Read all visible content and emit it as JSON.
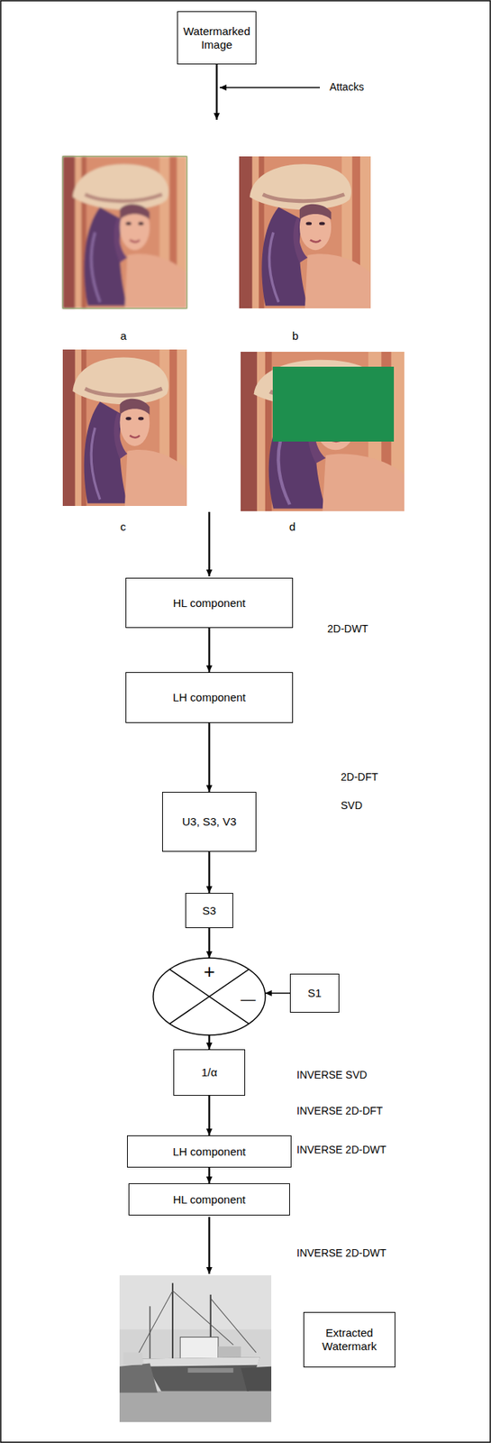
{
  "diagram": {
    "nodes": [
      {
        "text": [
          "Watermarked Image"
        ]
      },
      {
        "text": [
          "HL component"
        ]
      },
      {
        "text": [
          "LH component"
        ]
      },
      {
        "text": [
          "U3, S3, V3"
        ]
      },
      {
        "text": [
          "S3"
        ]
      },
      {
        "text": [
          "+",
          "—"
        ]
      },
      {
        "text": [
          "S1"
        ]
      },
      {
        "text": [
          "1/α"
        ]
      },
      {
        "text": [
          "LH component"
        ]
      },
      {
        "text": [
          "HL component"
        ]
      },
      {
        "text": [
          "Extracted Watermark"
        ]
      }
    ],
    "edges": [
      {
        "from": 1,
        "to": 2,
        "arrow": "to"
      },
      {
        "from": 2,
        "to": 3,
        "arrow": "to"
      },
      {
        "from": 3,
        "to": 4,
        "arrow": "to"
      },
      {
        "from": 4,
        "to": 5,
        "arrow": "to"
      },
      {
        "from": 6,
        "to": 5,
        "arrow": "to"
      },
      {
        "from": 5,
        "to": 7,
        "arrow": "to"
      },
      {
        "from": 7,
        "to": 8,
        "arrow": "to"
      },
      {
        "from": 8,
        "to": 9,
        "arrow": "to"
      }
    ],
    "labels": [
      "Attacks",
      "a",
      "b",
      "c",
      "d",
      "2D-DWT",
      "2D-DFT",
      "SVD",
      "INVERSE SVD",
      "INVERSE 2D-DFT",
      "INVERSE 2D-DWT",
      "INVERSE 2D-DWT"
    ]
  }
}
